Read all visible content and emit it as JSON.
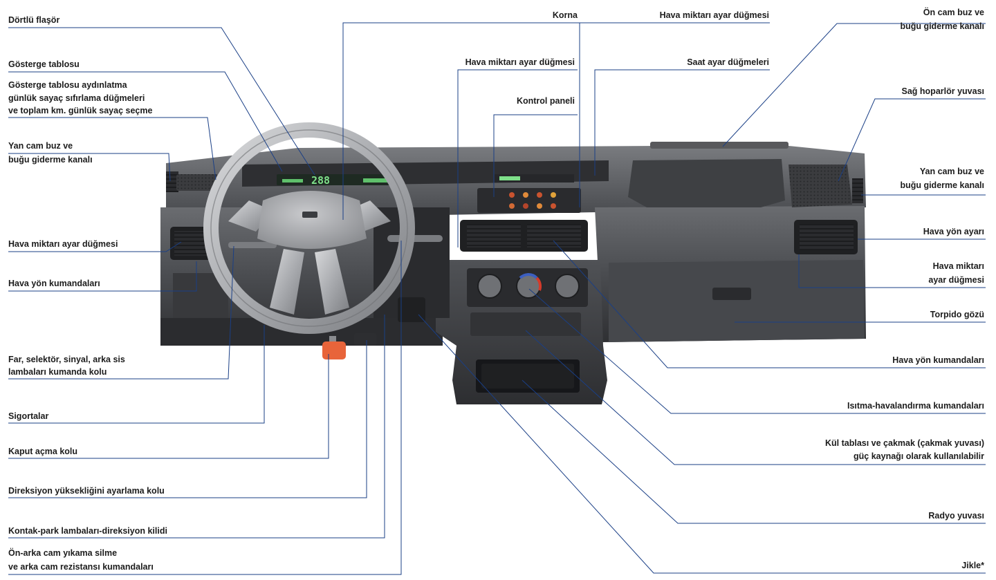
{
  "labels_left": [
    "Dörtlü flaşör",
    "Gösterge tablosu",
    "Gösterge tablosu aydınlatma",
    "günlük sayaç sıfırlama düğmeleri",
    "ve toplam km. günlük sayaç seçme",
    "Yan cam buz ve",
    "buğu giderme kanalı",
    "Hava miktarı ayar düğmesi",
    "Hava yön kumandaları",
    "Far, selektör, sinyal, arka sis",
    "lambaları kumanda kolu",
    "Sigortalar",
    "Kaput açma kolu",
    "Direksiyon yüksekliğini ayarlama kolu",
    "Kontak-park lambaları-direksiyon kilidi",
    "Ön-arka cam yıkama silme",
    "ve arka cam rezistansı kumandaları"
  ],
  "labels_center": [
    "Korna",
    "Hava miktarı ayar düğmesi",
    "Kontrol paneli",
    "Hava miktarı ayar düğmesi",
    "Saat ayar düğmeleri"
  ],
  "labels_right": [
    "Ön cam buz ve",
    "buğu giderme kanalı",
    "Sağ hoparlör yuvası",
    "Yan cam buz ve",
    "buğu giderme kanalı",
    "Hava yön ayarı",
    "Hava miktarı",
    "ayar düğmesi",
    "Torpido gözü",
    "Hava yön kumandaları",
    "Isıtma-havalandırma kumandaları",
    "Kül tablası ve çakmak (çakmak yuvası)",
    "güç kaynağı olarak kullanılabilir",
    "Radyo yuvası",
    "Jikle*"
  ],
  "panel_display": {
    "speed_readout": "288"
  },
  "colors": {
    "callout_line": "#1a3f86",
    "dashboard_dark": "#3a3b3e",
    "dashboard_mid": "#55575b",
    "display_green": "#7fe08a",
    "lever_orange": "#e8643a"
  }
}
